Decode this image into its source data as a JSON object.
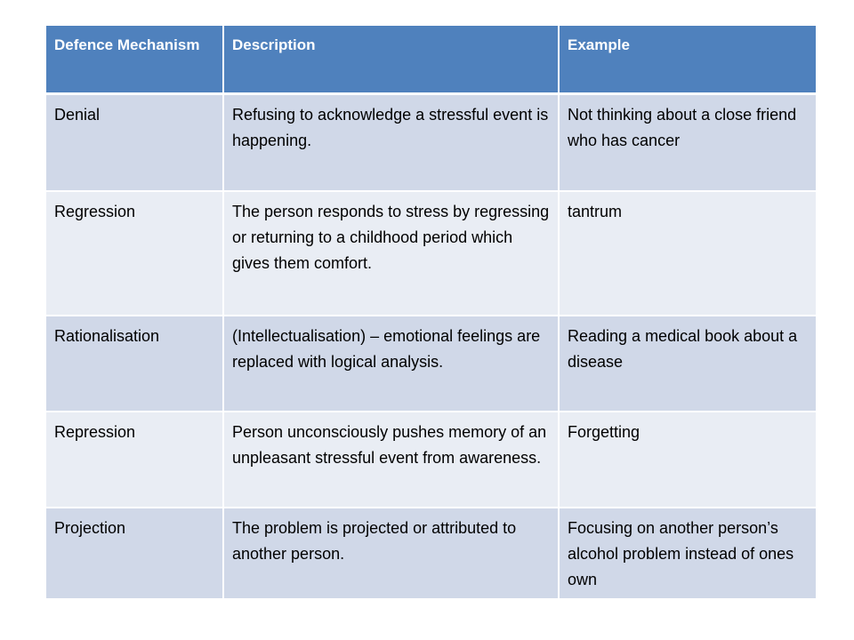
{
  "table": {
    "headers": [
      "Defence Mechanism",
      "Description",
      "Example"
    ],
    "rows": [
      {
        "mechanism": "Denial",
        "description": "Refusing to acknowledge a stressful event is happening.",
        "example": "Not thinking about a close friend who has cancer"
      },
      {
        "mechanism": "Regression",
        "description": "The person responds to stress by regressing or returning to a childhood period which gives them comfort.",
        "example": "tantrum"
      },
      {
        "mechanism": "Rationalisation",
        "description": "(Intellectualisation) – emotional feelings are replaced with logical analysis.",
        "example": "Reading a medical book about a disease"
      },
      {
        "mechanism": "Repression",
        "description": "Person unconsciously pushes memory of an unpleasant stressful event from awareness.",
        "example": "Forgetting"
      },
      {
        "mechanism": "Projection",
        "description": "The problem is projected or attributed to another person.",
        "example": "Focusing on another person’s  alcohol problem instead of ones own"
      }
    ]
  },
  "colors": {
    "header_bg": "#4f81bd",
    "row_odd_bg": "#d0d8e8",
    "row_even_bg": "#e9edf4",
    "header_text": "#ffffff",
    "body_text": "#000000"
  }
}
